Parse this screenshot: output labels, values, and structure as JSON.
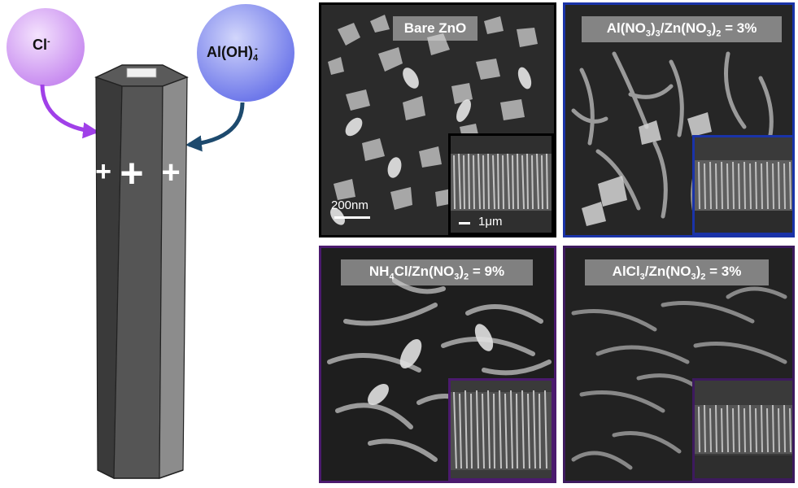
{
  "ions": {
    "chloride": {
      "label_base": "Cl",
      "label_sup": "-",
      "color": "#d9a8f5"
    },
    "aluminate": {
      "label_base": "Al(OH)",
      "label_sub": "4",
      "label_sup": "-",
      "color": "#8c94f2"
    }
  },
  "arrows": {
    "chloride_color": "#a040e8",
    "aluminate_color": "#1d4a6e"
  },
  "rod": {
    "charge_symbol": "+"
  },
  "panels": {
    "bare": {
      "label": "Bare ZnO",
      "border_color": "#000000",
      "scale_main": "200nm",
      "scale_inset": "1μm"
    },
    "al_nitrate": {
      "label_parts": [
        "Al(NO",
        "3",
        ")",
        "3",
        "/Zn(NO",
        "3",
        ")",
        "2",
        " = 3%"
      ],
      "border_color": "#1a33a8"
    },
    "nh4cl": {
      "label_parts": [
        "NH",
        "4",
        "Cl/Zn(NO",
        "3",
        ")",
        "2",
        " = 9%"
      ],
      "border_color": "#4b1a6e"
    },
    "alcl3": {
      "label_parts": [
        "AlCl",
        "3",
        "/Zn(NO",
        "3",
        ")",
        "2",
        " = 3%"
      ],
      "border_color": "#3d1a5e"
    }
  }
}
